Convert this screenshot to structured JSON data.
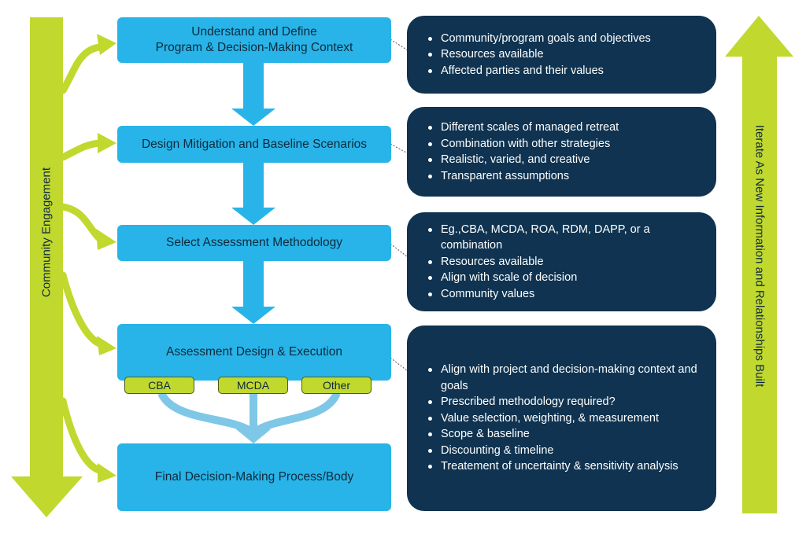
{
  "colors": {
    "step_box": "#28b4e8",
    "info_panel": "#0f3350",
    "engagement_arrow": "#c1d82f",
    "method_pill": "#c1d82f",
    "flow_arrow": "#28b4e8",
    "merge_arrows": "#7ec7e6"
  },
  "left_arrow": {
    "label": "Community Engagement"
  },
  "right_arrow": {
    "label": "Iterate As New Information and Relationships Built"
  },
  "steps": [
    {
      "label": "Understand and Define\nProgram & Decision-Making Context"
    },
    {
      "label": "Design Mitigation and Baseline Scenarios"
    },
    {
      "label": "Select Assessment Methodology"
    },
    {
      "label": "Assessment Design & Execution"
    },
    {
      "label": "Final Decision-Making Process/Body"
    }
  ],
  "methods": [
    "CBA",
    "MCDA",
    "Other"
  ],
  "panels": [
    {
      "items": [
        "Community/program goals and objectives",
        "Resources available",
        "Affected parties and their values"
      ]
    },
    {
      "items": [
        "Different scales of managed retreat",
        "Combination with other strategies",
        "Realistic, varied, and creative",
        "Transparent assumptions"
      ]
    },
    {
      "items": [
        "Eg.,CBA, MCDA, ROA, RDM, DAPP, or a combination",
        "Resources available",
        "Align with scale of decision",
        "Community values"
      ]
    },
    {
      "items": [
        "Align with project and decision-making context and goals",
        "Prescribed methodology required?",
        "Value selection, weighting, & measurement",
        "Scope & baseline",
        "Discounting & timeline",
        "Treatement of uncertainty & sensitivity analysis"
      ]
    }
  ]
}
